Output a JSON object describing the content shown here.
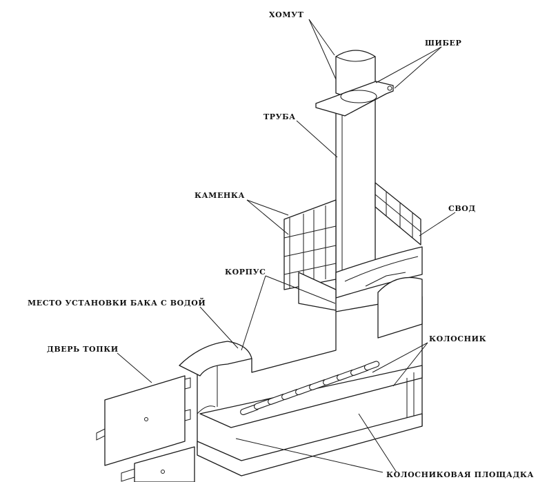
{
  "labels": {
    "clamp": "ХОМУТ",
    "damper": "ШИБЕР",
    "pipe": "ТРУБА",
    "heater": "КАМЕНКА",
    "vault": "СВОД",
    "body": "КОРПУС",
    "tank_place": "МЕСТО УСТАНОВКИ БАКА С ВОДОЙ",
    "grate": "КОЛОСНИК",
    "firebox_door": "ДВЕРЬ ТОПКИ",
    "grate_platform": "КОЛОСНИКОВАЯ ПЛОЩАДКА"
  },
  "colors": {
    "line": "#1a1a1a",
    "background": "#ffffff"
  }
}
